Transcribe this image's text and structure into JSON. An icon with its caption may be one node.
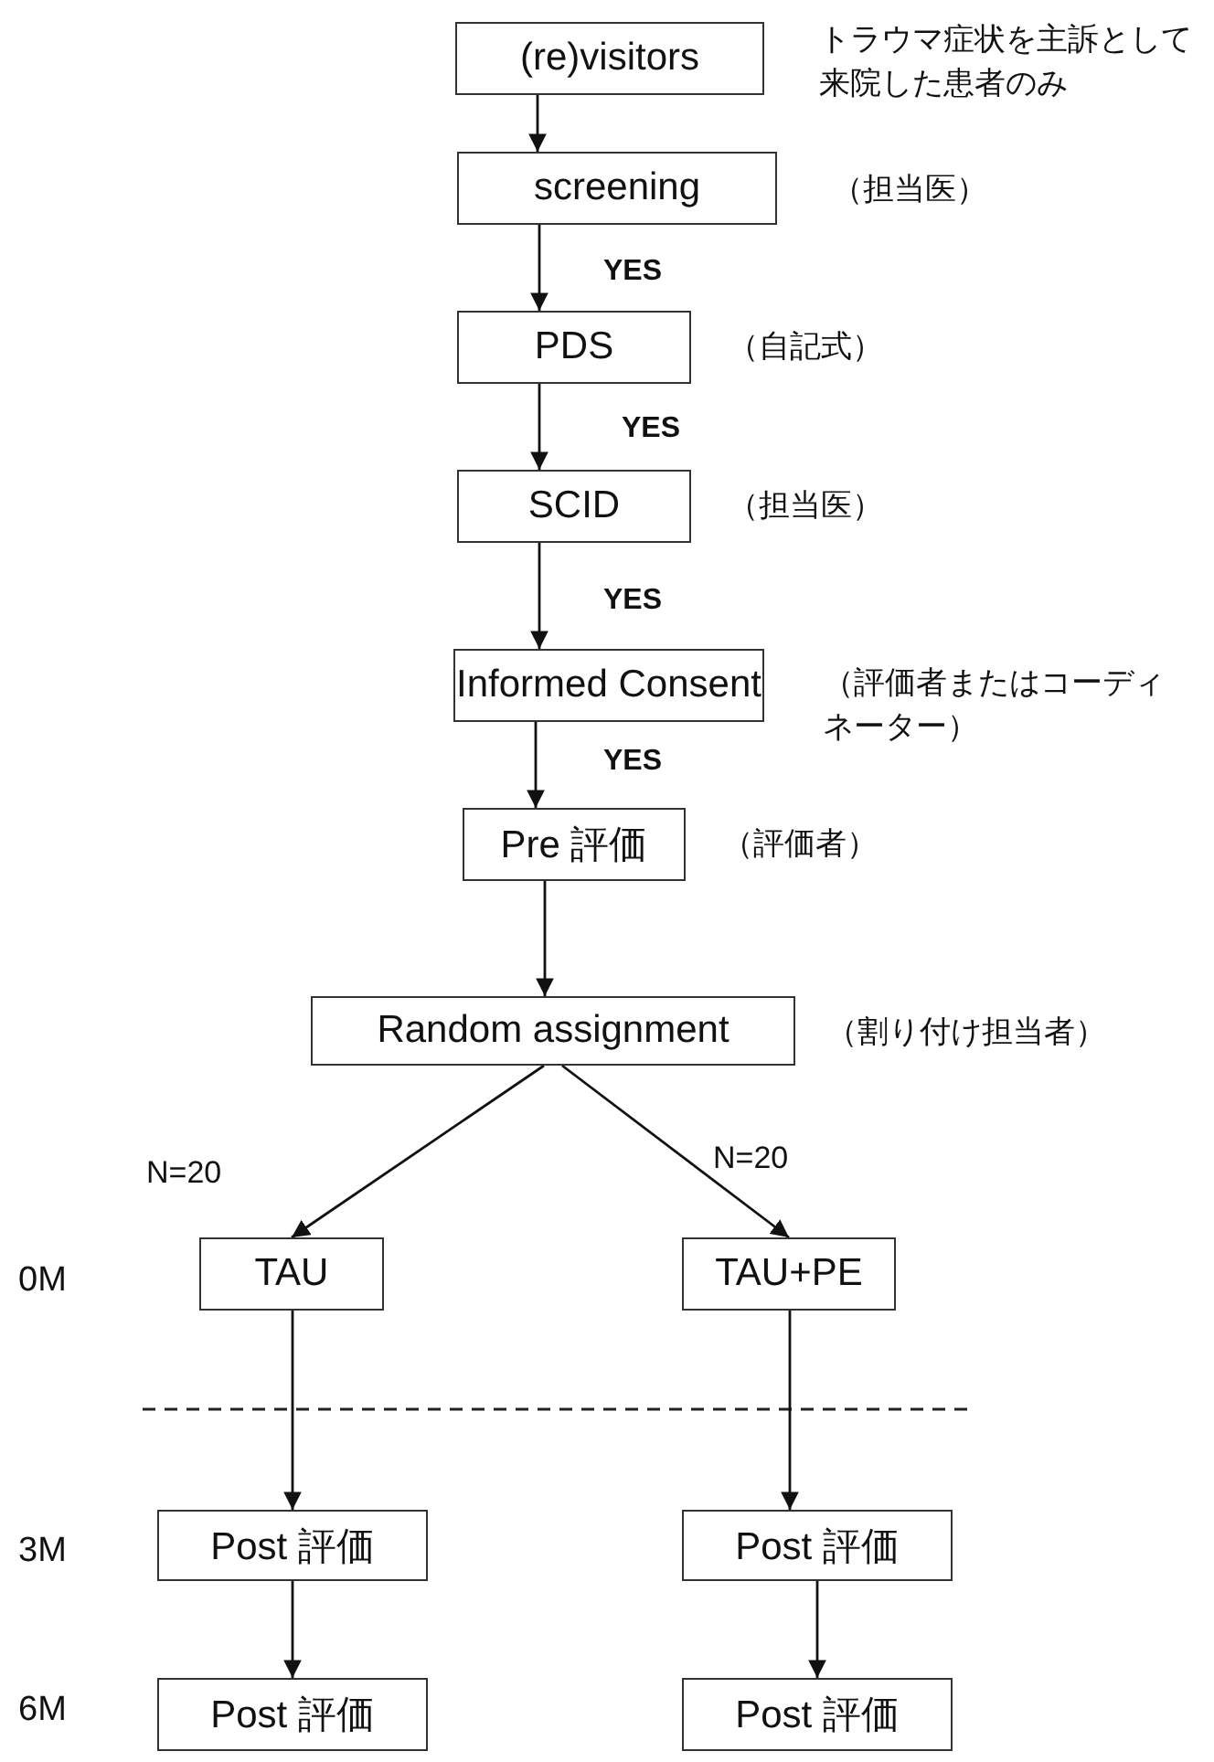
{
  "diagram": {
    "nodes": [
      {
        "text": [
          "(re)visitors"
        ],
        "beside": [
          "トラウマ症状を主訴として来院した患者のみ"
        ]
      },
      {
        "text": [
          "screening"
        ],
        "beside": [
          "（担当医）"
        ]
      },
      {
        "text": [
          "PDS"
        ],
        "beside": [
          "（自記式）"
        ]
      },
      {
        "text": [
          "SCID"
        ],
        "beside": [
          "（担当医）"
        ]
      },
      {
        "text": [
          "Informed Consent"
        ],
        "beside": [
          "（評価者またはコーディネーター）"
        ]
      },
      {
        "text": [
          "Pre 評価"
        ],
        "beside": [
          "（評価者）"
        ]
      },
      {
        "text": [
          "Random assignment"
        ],
        "beside": [
          "（割り付け担当者）"
        ]
      },
      {
        "text": [
          "TAU"
        ]
      },
      {
        "text": [
          "TAU+PE"
        ]
      },
      {
        "text": [
          "Post 評価"
        ]
      },
      {
        "text": [
          "Post 評価"
        ]
      },
      {
        "text": [
          "Post 評価"
        ]
      },
      {
        "text": [
          "Post 評価"
        ]
      }
    ],
    "edges": [
      {
        "from": 0,
        "to": 1,
        "arrow": "to"
      },
      {
        "from": 1,
        "to": 2,
        "arrow": "to",
        "label": "YES"
      },
      {
        "from": 2,
        "to": 3,
        "arrow": "to",
        "label": "YES"
      },
      {
        "from": 3,
        "to": 4,
        "arrow": "to",
        "label": "YES"
      },
      {
        "from": 4,
        "to": 5,
        "arrow": "to",
        "label": "YES"
      },
      {
        "from": 5,
        "to": 6,
        "arrow": "to"
      },
      {
        "from": 6,
        "to": 7,
        "arrow": "to",
        "label": "N=20"
      },
      {
        "from": 6,
        "to": 8,
        "arrow": "to",
        "label": "N=20"
      },
      {
        "from": 7,
        "to": 9,
        "arrow": "to"
      },
      {
        "from": 8,
        "to": 10,
        "arrow": "to"
      },
      {
        "from": 9,
        "to": 11,
        "arrow": "to"
      },
      {
        "from": 10,
        "to": 12,
        "arrow": "to"
      }
    ],
    "labels": [
      "0M",
      "3M",
      "6M"
    ]
  }
}
